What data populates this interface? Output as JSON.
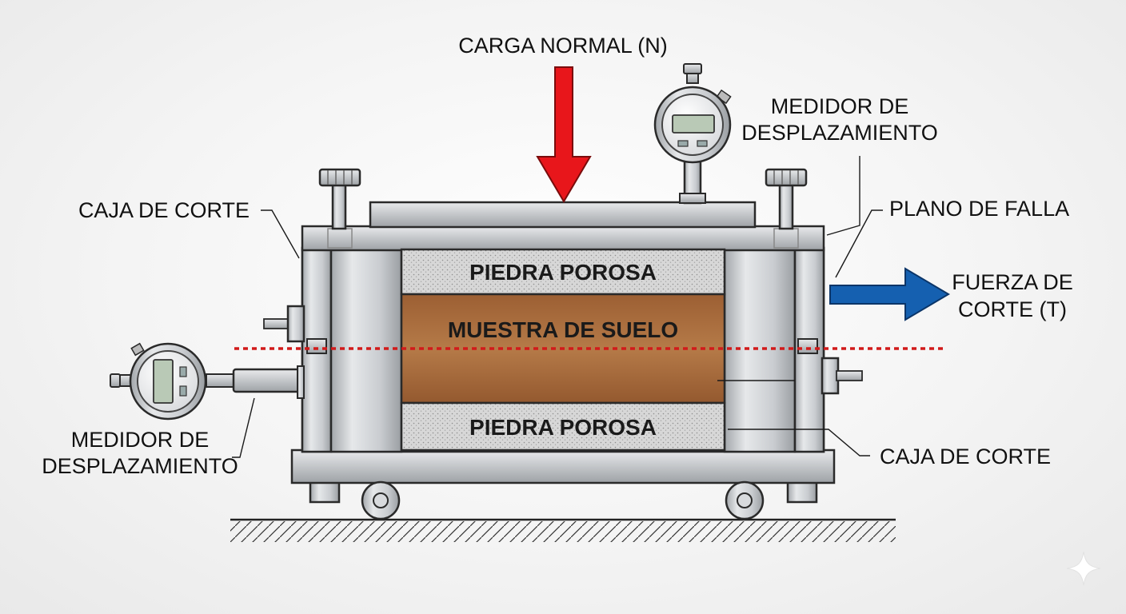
{
  "labels": {
    "normal_load": "CARGA NORMAL (N)",
    "gauge_top_line1": "MEDIDOR DE",
    "gauge_top_line2": "DESPLAZAMIENTO",
    "shear_box_left": "CAJA DE CORTE",
    "failure_plane": "PLANO DE FALLA",
    "shear_force_line1": "FUERZA DE",
    "shear_force_line2": "CORTE (T)",
    "porous_stone_top": "PIEDRA POROSA",
    "soil_sample": "MUESTRA DE SUELO",
    "porous_stone_bottom": "PIEDRA POROSA",
    "gauge_left_line1": "MEDIDOR DE",
    "gauge_left_line2": "DESPLAZAMIENTO",
    "shear_box_right": "CAJA DE CORTE"
  },
  "colors": {
    "normal_load_arrow": "#e8161b",
    "shear_force_arrow": "#1560b0",
    "failure_plane_line": "#d11a1a",
    "soil": "#a8683a",
    "porous_stone": "#d4d4d4",
    "steel": "#b9bcc0"
  }
}
